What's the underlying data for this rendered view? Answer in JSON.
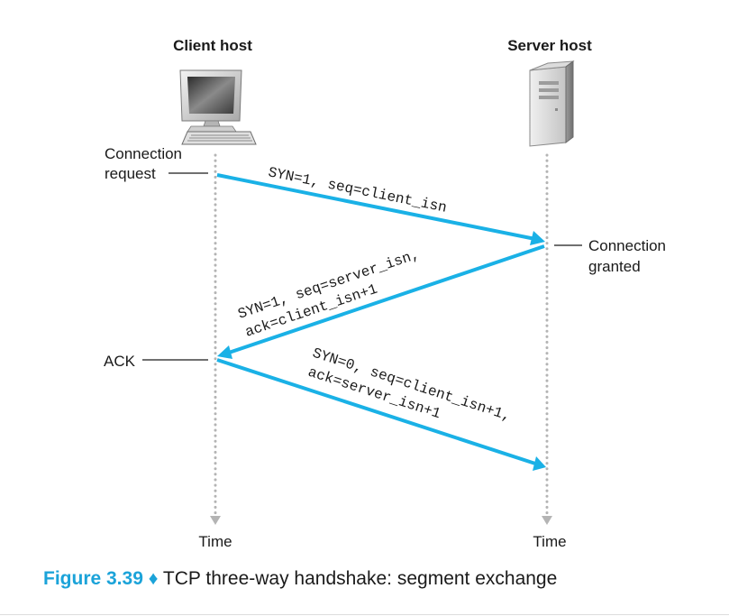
{
  "hosts": {
    "client": {
      "title": "Client host",
      "icon": "desktop-computer-icon"
    },
    "server": {
      "title": "Server host",
      "icon": "server-tower-icon"
    }
  },
  "client_events": {
    "connection_request_line1": "Connection",
    "connection_request_line2": "request",
    "ack": "ACK"
  },
  "server_events": {
    "connection_granted_line1": "Connection",
    "connection_granted_line2": "granted"
  },
  "messages": {
    "syn": "SYN=1, seq=client_isn",
    "synack_line1": "SYN=1, seq=server_isn,",
    "synack_line2": "ack=client_isn+1",
    "ack_line1": "SYN=0, seq=client_isn+1,",
    "ack_line2": "ack=server_isn+1"
  },
  "time_labels": {
    "client": "Time",
    "server": "Time"
  },
  "caption": {
    "figure_number": "Figure 3.39",
    "bullet": "♦",
    "text": "TCP three-way handshake: segment exchange"
  },
  "colors": {
    "arrow": "#1ab1e6",
    "caption_accent": "#1ba3d9",
    "timeline": "#b4b4b4",
    "text": "#1a1a1a"
  }
}
